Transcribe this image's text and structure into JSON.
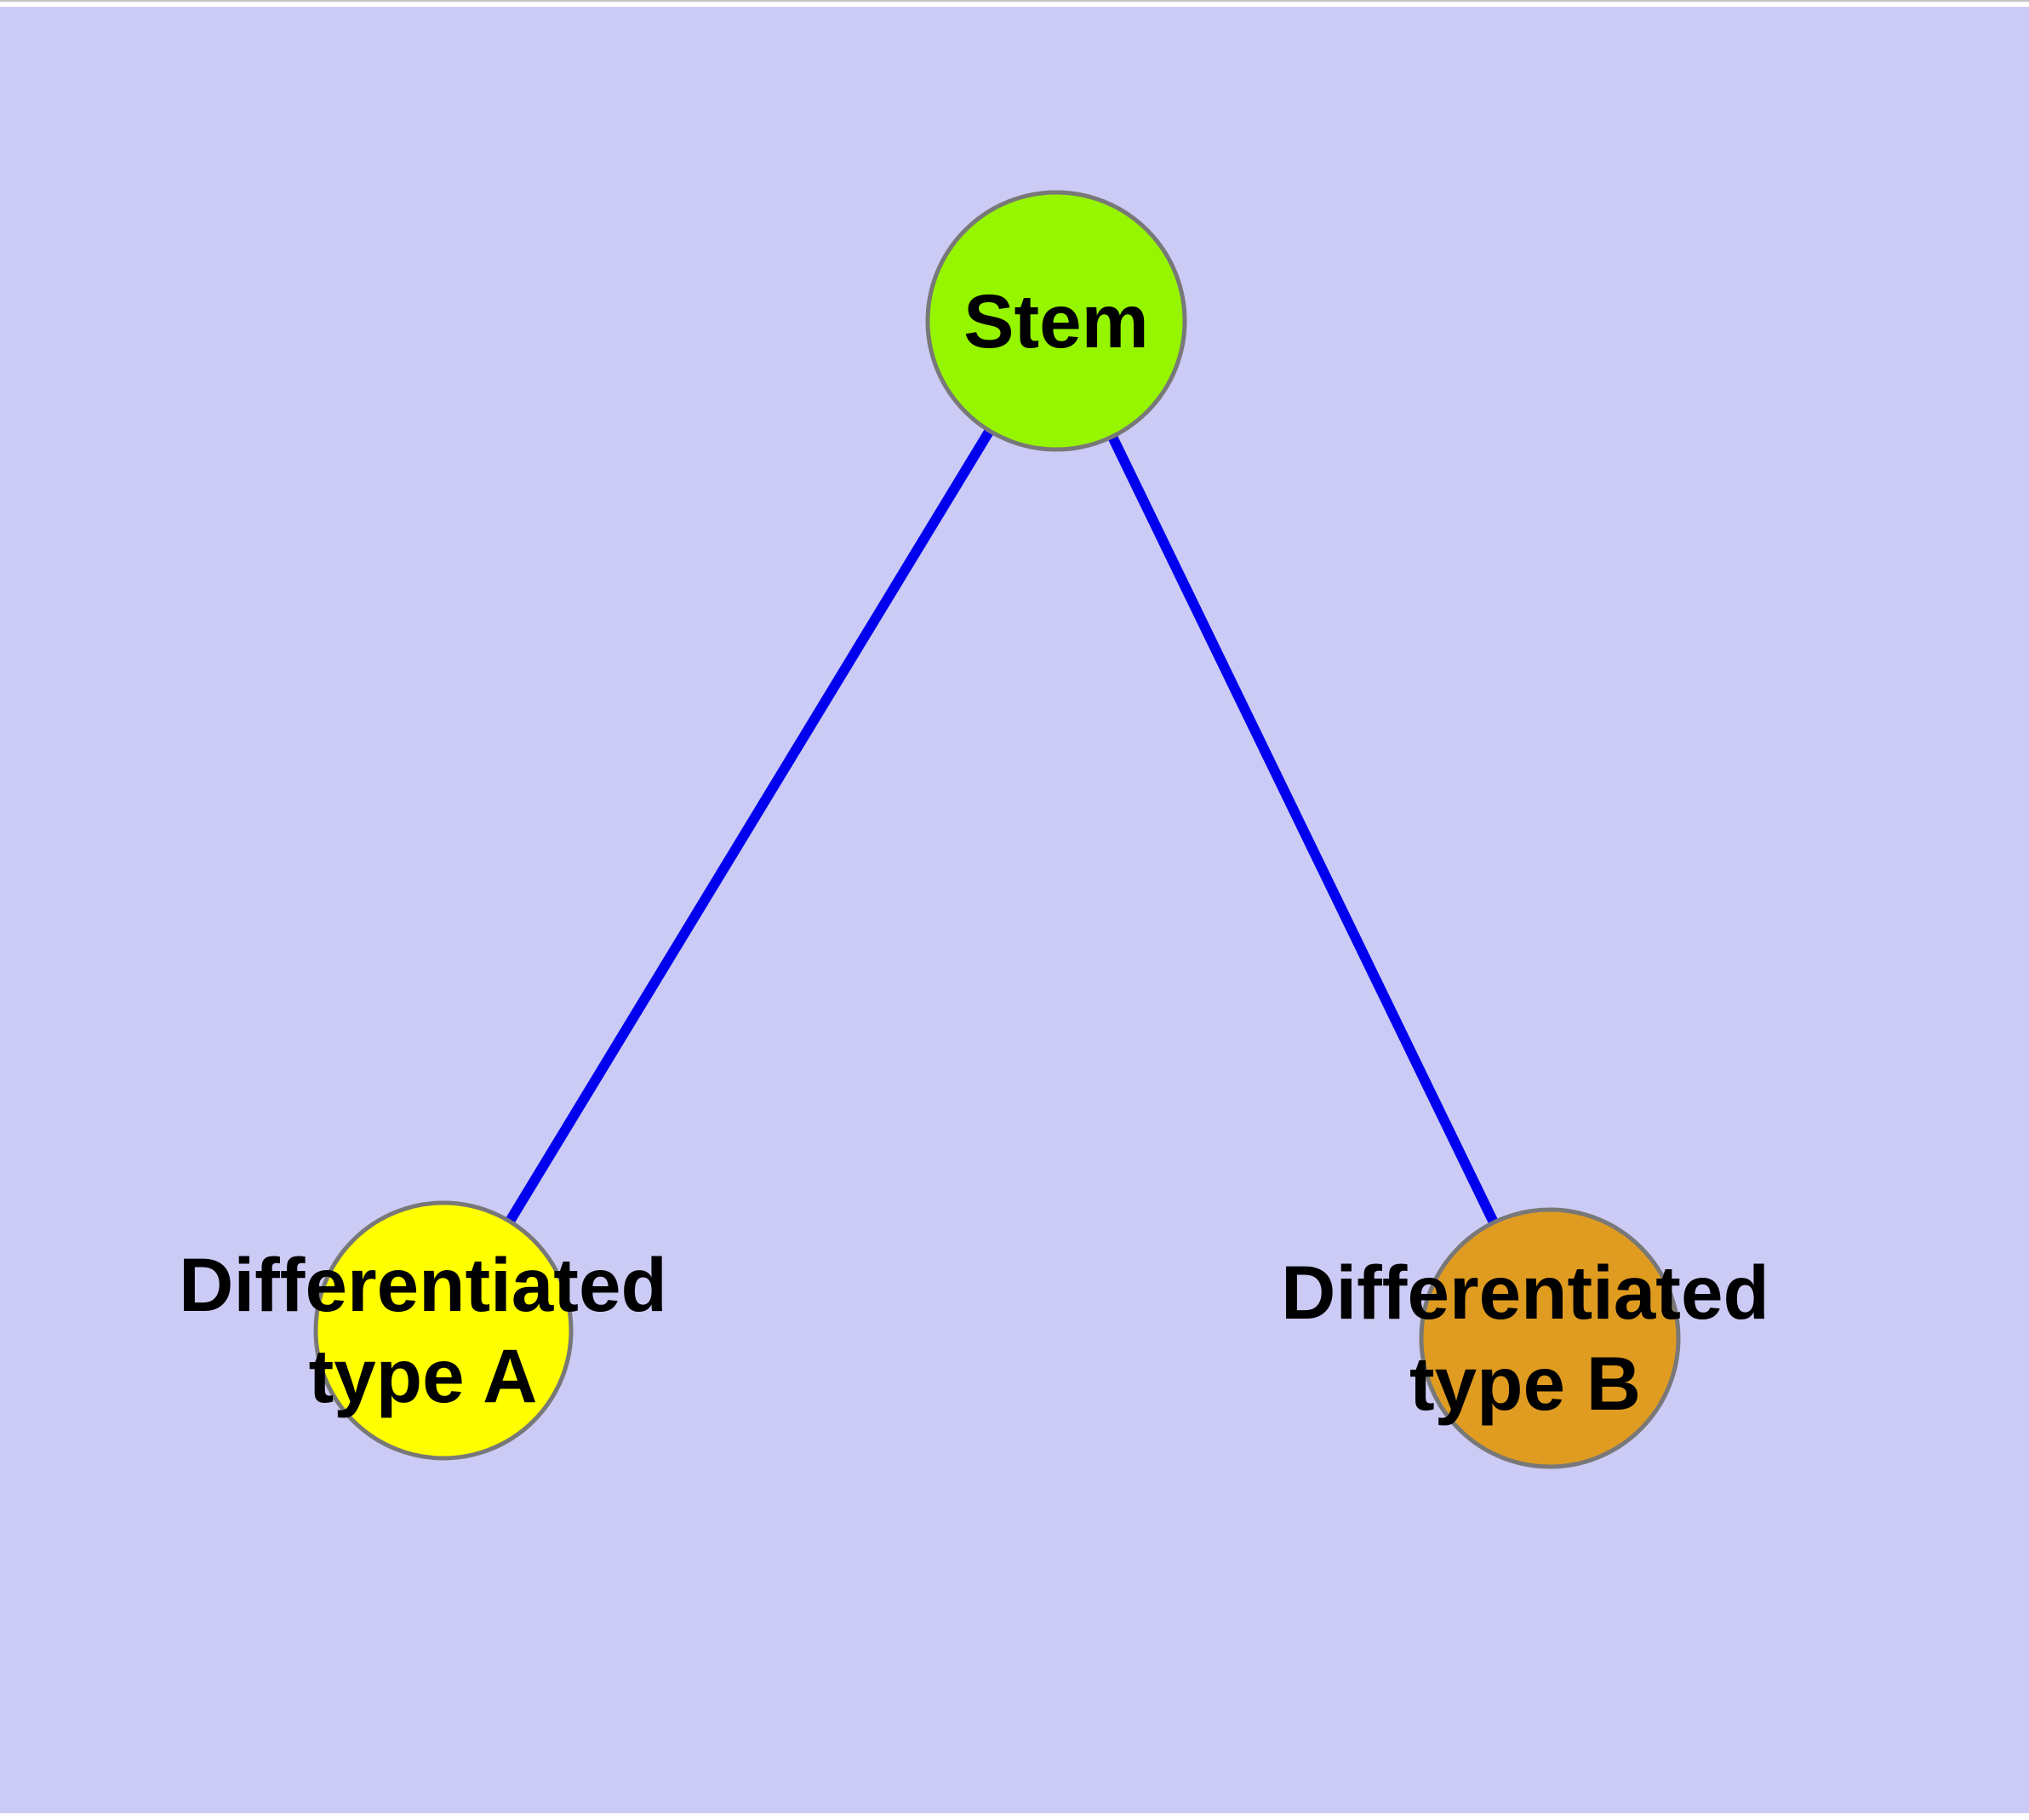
{
  "diagram": {
    "background_color": "#CBCBF5",
    "edge_color": "#0000EE",
    "node_border_color": "#787878",
    "nodes": {
      "stem": {
        "id": "stem",
        "label": "Stem",
        "fill": "#96F600"
      },
      "type_a": {
        "id": "type-a",
        "label": "Differentiated\ntype A",
        "fill": "#FFFF00"
      },
      "type_b": {
        "id": "type-b",
        "label": "Differentiated\ntype B",
        "fill": "#E09C20"
      }
    },
    "edges": [
      {
        "from": "Stem",
        "to": "Differentiated type A"
      },
      {
        "from": "Stem",
        "to": "Differentiated type B"
      }
    ]
  }
}
